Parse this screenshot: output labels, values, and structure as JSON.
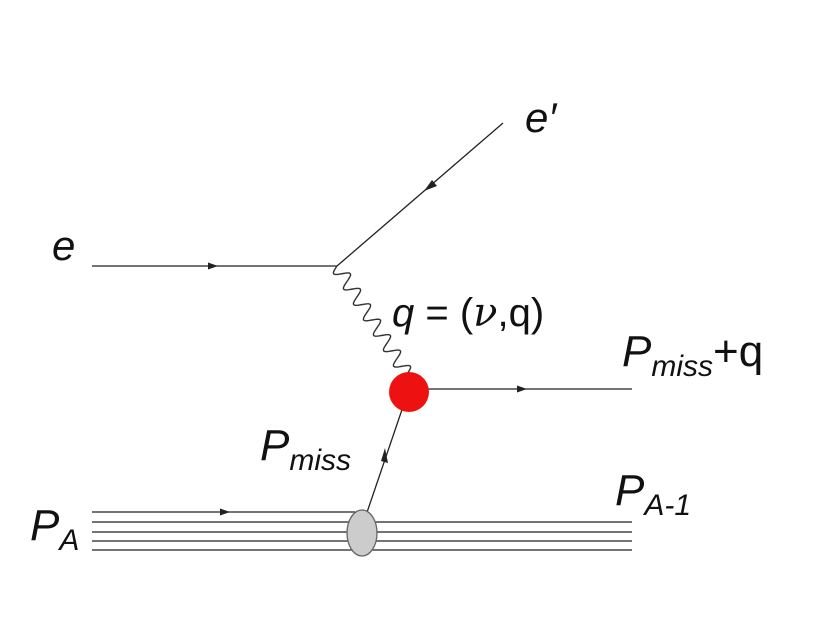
{
  "labels": {
    "incoming_electron": "e",
    "outgoing_electron": "e′",
    "photon_q": "q",
    "photon_eq": " = (",
    "photon_nu": "ν",
    "photon_comma_q": ",q)",
    "out_P": "P",
    "out_sub": "miss",
    "out_plus": "+q",
    "struck_P": "P",
    "struck_sub": "miss",
    "target_P": "P",
    "target_sub": "A",
    "residual_P": "P",
    "residual_sub": "A-1"
  },
  "colors": {
    "lines": "#222222",
    "vertex_fill": "#ee1111",
    "blob_fill": "#cccccc",
    "blob_stroke": "#666666",
    "text": "#111111"
  },
  "icons": {
    "arrow": "arrow-icon"
  }
}
